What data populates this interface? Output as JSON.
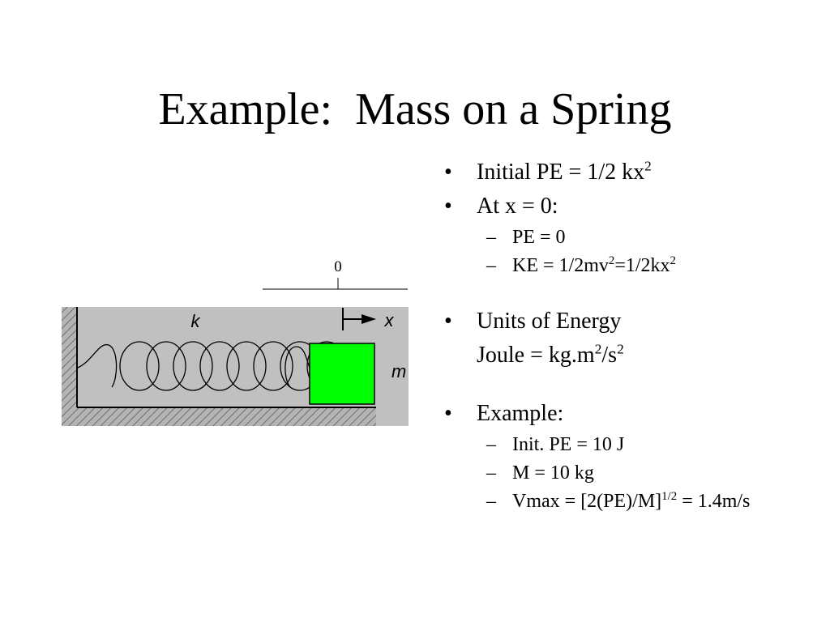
{
  "slide": {
    "title": "Example:  Mass on a Spring"
  },
  "figure": {
    "zero_label": "0",
    "spring_constant_label": "k",
    "displacement_label": "x",
    "mass_label": "m",
    "block_color": "#00ff00",
    "background_color": "#c0c0c0"
  },
  "bullets": {
    "initial_pe": {
      "text": "Initial PE = 1/2 kx",
      "sup": "2"
    },
    "at_x0": "At x = 0:",
    "pe_zero": "PE = 0",
    "ke": {
      "a": "KE = 1/2mv",
      "sup1": "2",
      "b": "=1/2kx",
      "sup2": "2"
    },
    "units": "Units of Energy",
    "joule": {
      "a": "Joule = kg.m",
      "sup1": "2",
      "b": "/s",
      "sup2": "2"
    },
    "example": "Example:",
    "init_pe": "Init. PE = 10 J",
    "mass": "M = 10 kg",
    "vmax": {
      "a": "Vmax = [2(PE)/M]",
      "sup": "1/2",
      "b": " = 1.4m/s"
    }
  },
  "bullet_mark": "•",
  "dash_mark": "–"
}
